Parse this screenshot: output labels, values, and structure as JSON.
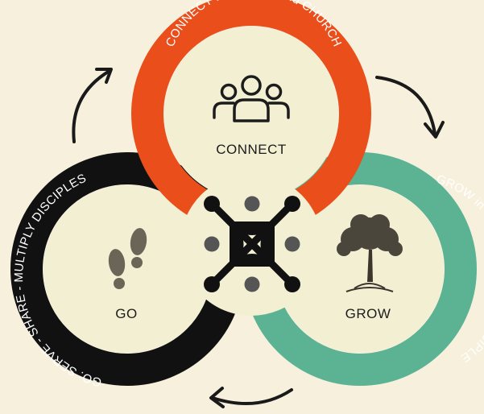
{
  "colors": {
    "background": "#f6f0dc",
    "connect": "#e94e1b",
    "grow": "#5bb394",
    "go": "#111111",
    "inner": "#f3efd3",
    "dot": "#555555",
    "arrow": "#1a1a1a"
  },
  "connect": {
    "label": "CONNECT",
    "ring_text": "CONNECT to CHRIST and CHURCH",
    "icon": "people-group-icon"
  },
  "grow": {
    "label": "GROW",
    "ring_text": "GROW in COMMUNITY as a DISCIPLE",
    "icon": "tree-icon"
  },
  "go": {
    "label": "GO",
    "ring_text": "GO: SERVE - SHARE - MULTIPLY DISCIPLES",
    "icon": "footprints-icon"
  },
  "center": {
    "icon": "network-cross-icon"
  }
}
